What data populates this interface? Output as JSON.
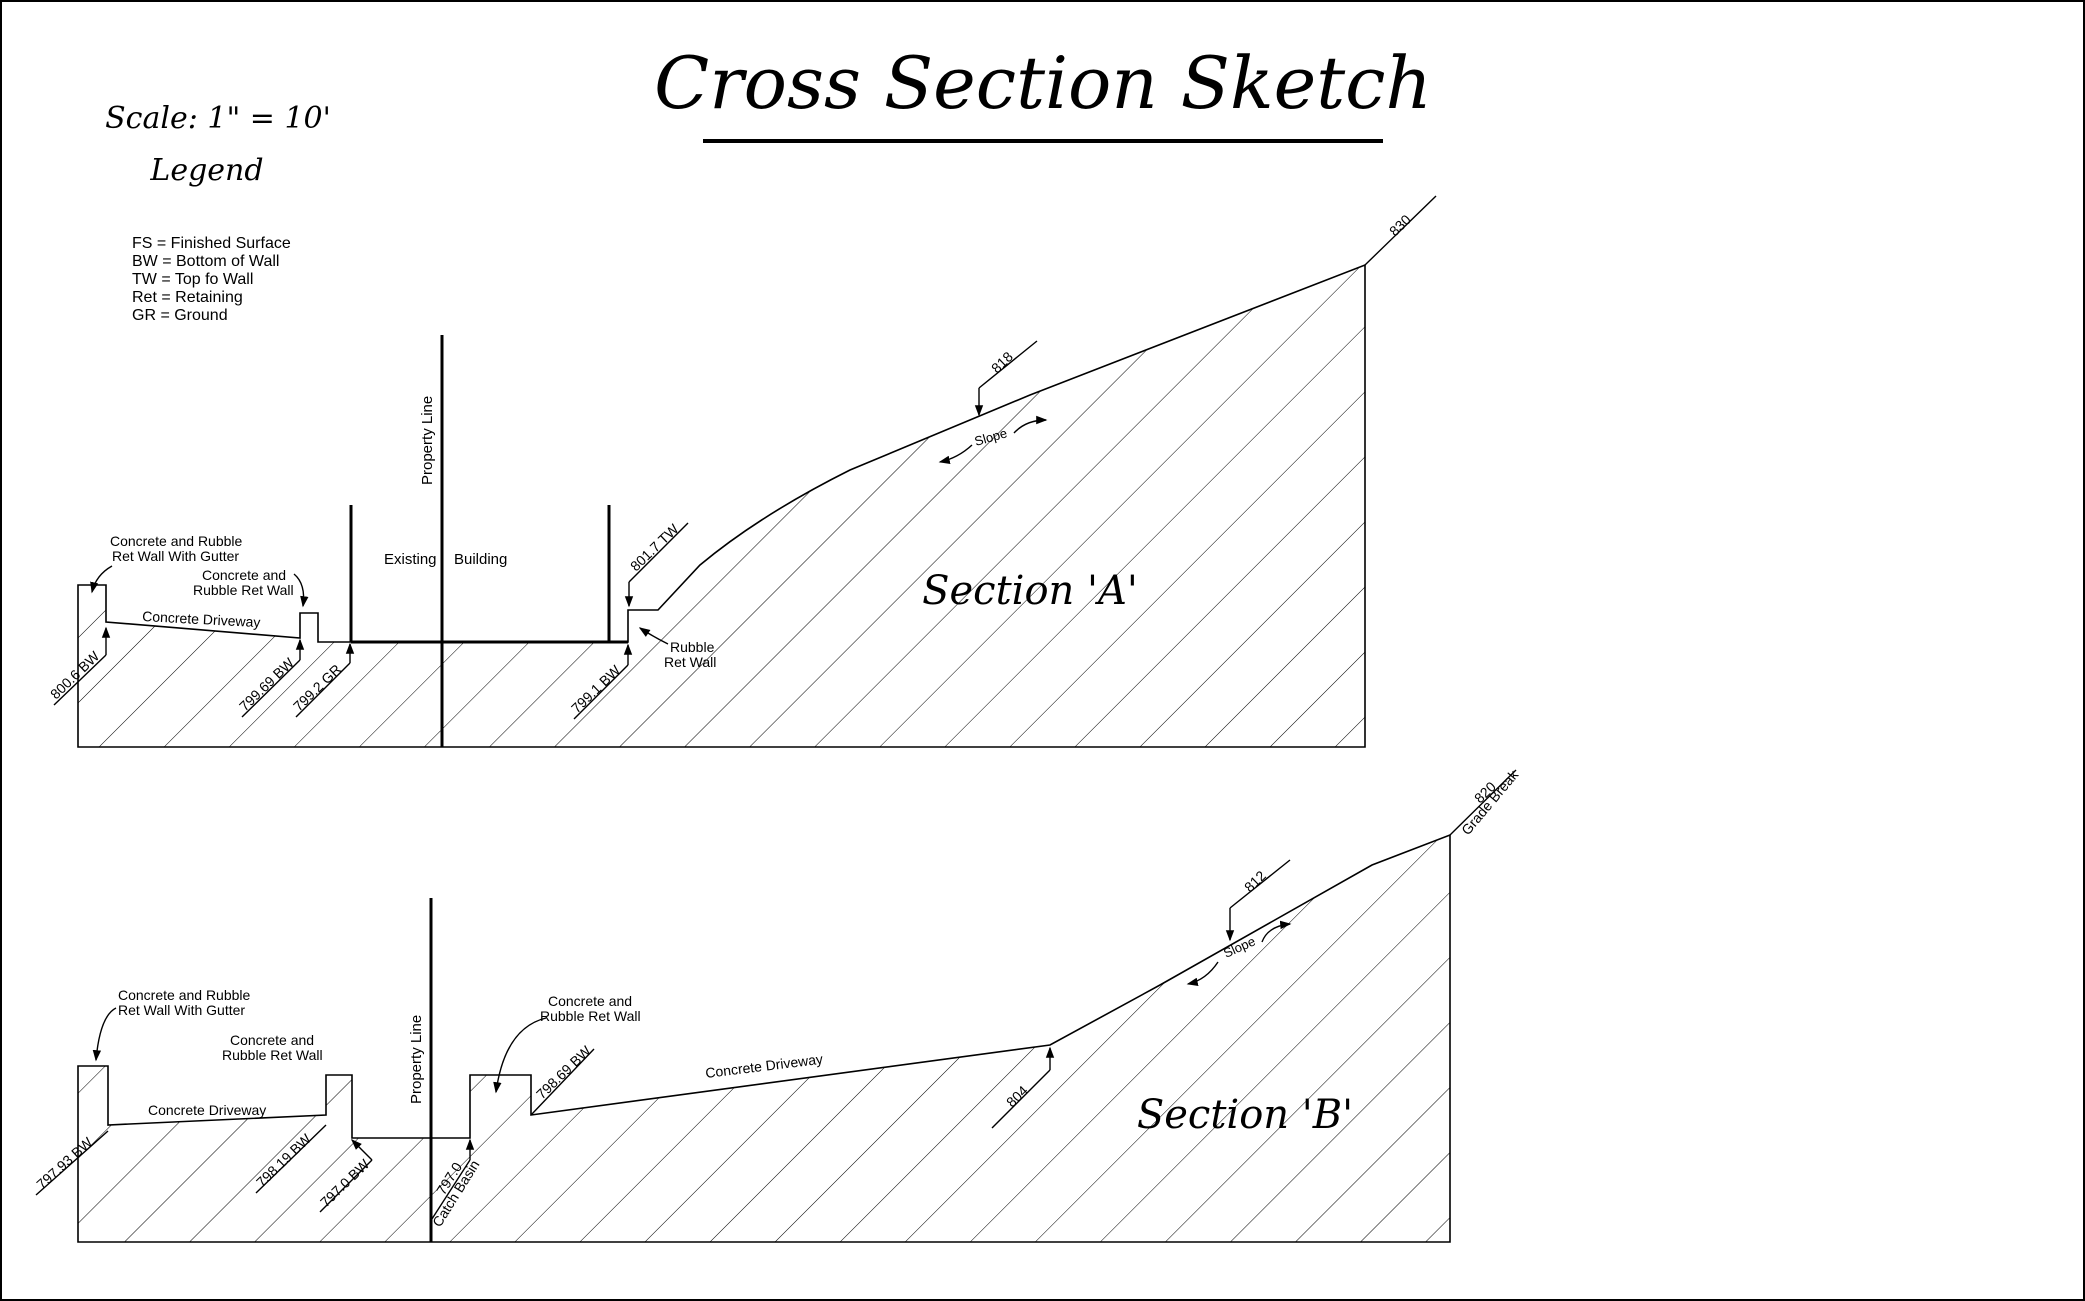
{
  "title": "Cross Section Sketch",
  "scale": "Scale: 1\" = 10'",
  "legend": {
    "heading": "Legend",
    "items": [
      "FS = Finished Surface",
      "BW = Bottom of Wall",
      "TW = Top fo Wall",
      "Ret = Retaining",
      "GR = Ground"
    ]
  },
  "section_a": {
    "title": "Section 'A'",
    "property_line": "Property Line",
    "existing": "Existing",
    "building": "Building",
    "wall_gutter_1": "Concrete and Rubble",
    "wall_gutter_2": "Ret Wall With Gutter",
    "wall_ret_1": "Concrete and",
    "wall_ret_2": "Rubble Ret Wall",
    "driveway": "Concrete Driveway",
    "rubble_1": "Rubble",
    "rubble_2": "Ret Wall",
    "slope": "Slope",
    "elev_800_6": "800.6 BW",
    "elev_799_69": "799.69 BW",
    "elev_799_2": "799.2 GR",
    "elev_799_1": "799.1 BW",
    "elev_801_7": "801.7 TW",
    "elev_818": "818",
    "elev_830": "830"
  },
  "section_b": {
    "title": "Section 'B'",
    "property_line": "Property Line",
    "wall_gutter_1": "Concrete and Rubble",
    "wall_gutter_2": "Ret Wall With Gutter",
    "wall_ret_1": "Concrete and",
    "wall_ret_2": "Rubble Ret Wall",
    "wall_ret2_1": "Concrete and",
    "wall_ret2_2": "Rubble Ret Wall",
    "driveway_1": "Concrete Driveway",
    "driveway_2": "Concrete Driveway",
    "slope": "Slope",
    "elev_797_93": "797.93 BW",
    "elev_798_19": "798.19 BW",
    "elev_797_0_bw": "797.0 BW",
    "elev_797_0": "797.0",
    "catch_basin": "Catch Basin",
    "elev_798_69": "798.69 BW",
    "elev_804": "804",
    "elev_812": "812",
    "elev_820": "820",
    "grade_break": "Grade Break"
  }
}
